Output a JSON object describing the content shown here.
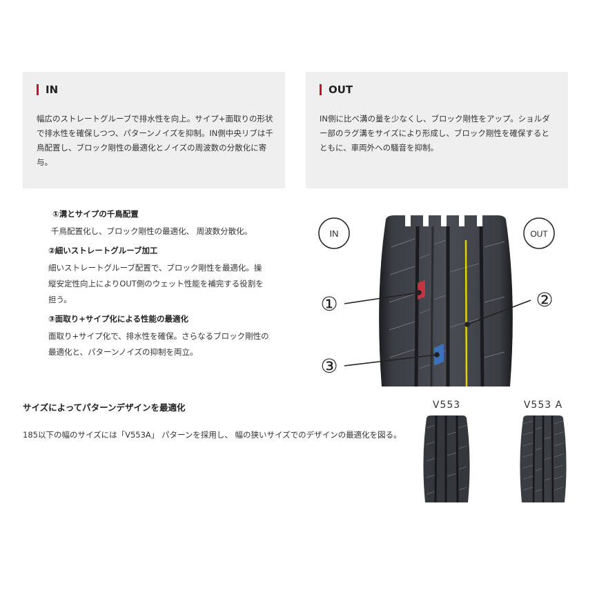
{
  "panels": {
    "in": {
      "heading": "IN",
      "text": "幅広のストレートグルーブで排水性を向上。サイプ+面取りの形状で排水性を確保しつつ、パターンノイズを抑制。IN側中央リブは千鳥配置し、ブロック剛性の最適化とノイズの周波数の分散化に寄与。"
    },
    "out": {
      "heading": "OUT",
      "text": "IN側に比べ溝の量を少なくし、ブロック剛性をアップ。ショルダー部のラグ溝をサイズにより形成し、ブロック剛性を確保するとともに、車両外への騒音を抑制。"
    }
  },
  "features": [
    {
      "title": "①溝とサイプの千鳥配置",
      "text": "千鳥配置化し、ブロック剛性の最適化、 周波数分散化。"
    },
    {
      "title": "②細いストレートグルーブ加工",
      "text": "細いストレートグルーブ配置で、ブロック剛性を最適化。操縦安定性向上によりOUT側のウェット性能を補完する役割を担う。"
    },
    {
      "title": "③面取り+サイプ化による性能の最適化",
      "text": "面取り+サイプ化で、排水性を確保。さらなるブロック剛性の最適化と、パターンノイズの抑制を両立。"
    }
  ],
  "diagram": {
    "in_label": "IN",
    "out_label": "OUT",
    "marker1": "①",
    "marker2": "②",
    "marker3": "③",
    "accent_red": "#d8323f",
    "accent_blue": "#3a74c9",
    "accent_yellow": "#e8d000"
  },
  "size_section": {
    "title": "サイズによってパターンデザインを最適化",
    "text": "185以下の幅のサイズには「V553A」 パターンを採用し、 幅の狭いサイズでのデザインの最適化を図る。"
  },
  "thumbnails": [
    {
      "label": "V553"
    },
    {
      "label": "V553 A"
    }
  ],
  "colors": {
    "accent": "#c8102e",
    "panel_bg": "#efefef"
  }
}
